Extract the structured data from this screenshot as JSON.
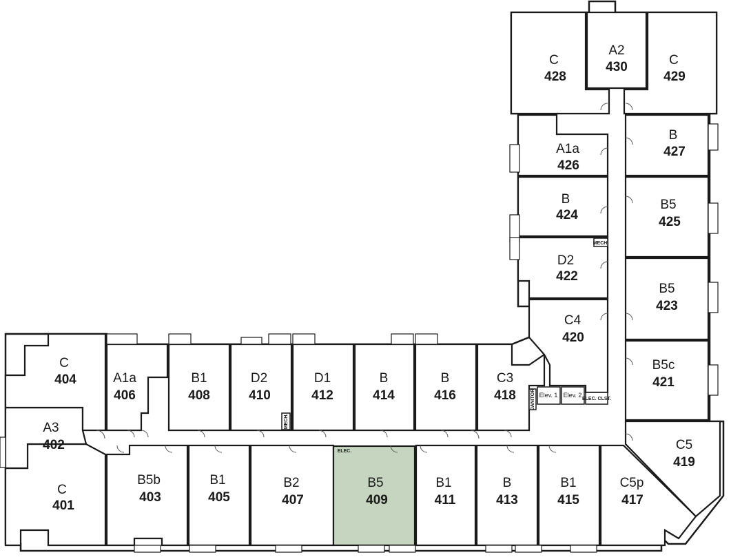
{
  "colors": {
    "highlight": "#c5d5bf",
    "wall": "#1a1a1a",
    "background": "#ffffff"
  },
  "highlighted_unit": "409",
  "units": [
    {
      "number": "401",
      "type": "C"
    },
    {
      "number": "402",
      "type": "A3"
    },
    {
      "number": "403",
      "type": "B5b"
    },
    {
      "number": "404",
      "type": "C"
    },
    {
      "number": "405",
      "type": "B1"
    },
    {
      "number": "406",
      "type": "A1a"
    },
    {
      "number": "407",
      "type": "B2"
    },
    {
      "number": "408",
      "type": "B1"
    },
    {
      "number": "409",
      "type": "B5"
    },
    {
      "number": "410",
      "type": "D2"
    },
    {
      "number": "411",
      "type": "B1"
    },
    {
      "number": "412",
      "type": "D1"
    },
    {
      "number": "413",
      "type": "B"
    },
    {
      "number": "414",
      "type": "B"
    },
    {
      "number": "415",
      "type": "B1"
    },
    {
      "number": "416",
      "type": "B"
    },
    {
      "number": "417",
      "type": "C5p"
    },
    {
      "number": "418",
      "type": "C3"
    },
    {
      "number": "419",
      "type": "C5"
    },
    {
      "number": "420",
      "type": "C4"
    },
    {
      "number": "421",
      "type": "B5c"
    },
    {
      "number": "422",
      "type": "D2"
    },
    {
      "number": "423",
      "type": "B5"
    },
    {
      "number": "424",
      "type": "B"
    },
    {
      "number": "425",
      "type": "B5"
    },
    {
      "number": "426",
      "type": "A1a"
    },
    {
      "number": "427",
      "type": "B"
    },
    {
      "number": "428",
      "type": "C"
    },
    {
      "number": "429",
      "type": "C"
    },
    {
      "number": "430",
      "type": "A2"
    }
  ],
  "service_labels": {
    "elev1": "Elev. 1",
    "elev2": "Elev. 2",
    "elec_closet": "ELEC. CLST.",
    "elec": "ELEC.",
    "mech": "MECH.",
    "mech_lower": "MECH.",
    "janitor": "JANITOR"
  }
}
